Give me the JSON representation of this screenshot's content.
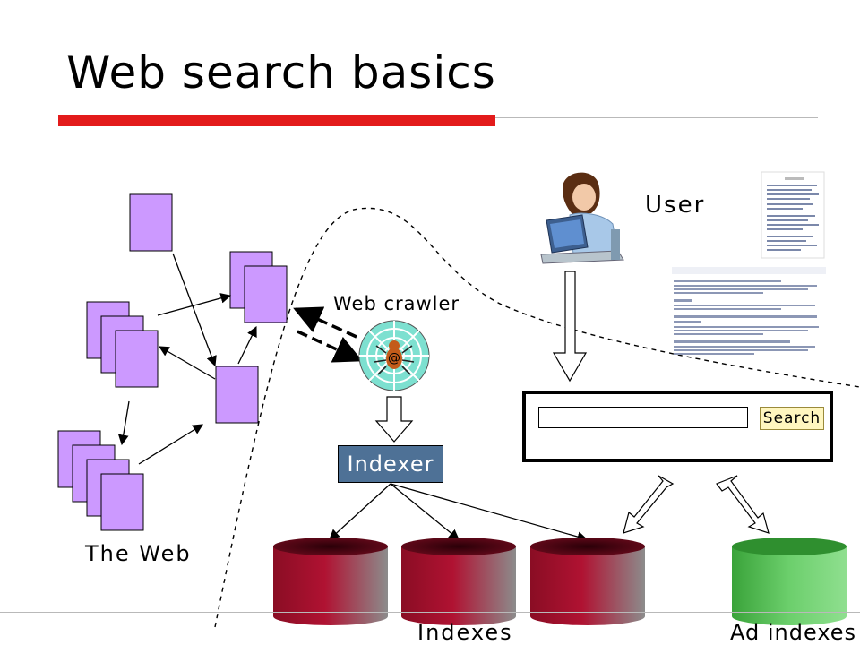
{
  "title": "Web search basics",
  "labels": {
    "user": "User",
    "web_crawler": "Web crawler",
    "the_web": "The Web",
    "indexer": "Indexer",
    "indexes": "Indexes",
    "ad_indexes": "Ad indexes",
    "search_button": "Search"
  },
  "colors": {
    "accent_bar": "#e31b1b",
    "page_fill": "#cc99ff",
    "indexer_fill": "#4e7196",
    "index_cylinder": "#a0102a",
    "ad_index_cylinder": "#5fbf5f",
    "search_button": "#fff6bf"
  },
  "icons": {
    "crawler": "spider-web-icon",
    "user": "user-at-computer-icon",
    "results": "search-results-thumbnail"
  }
}
